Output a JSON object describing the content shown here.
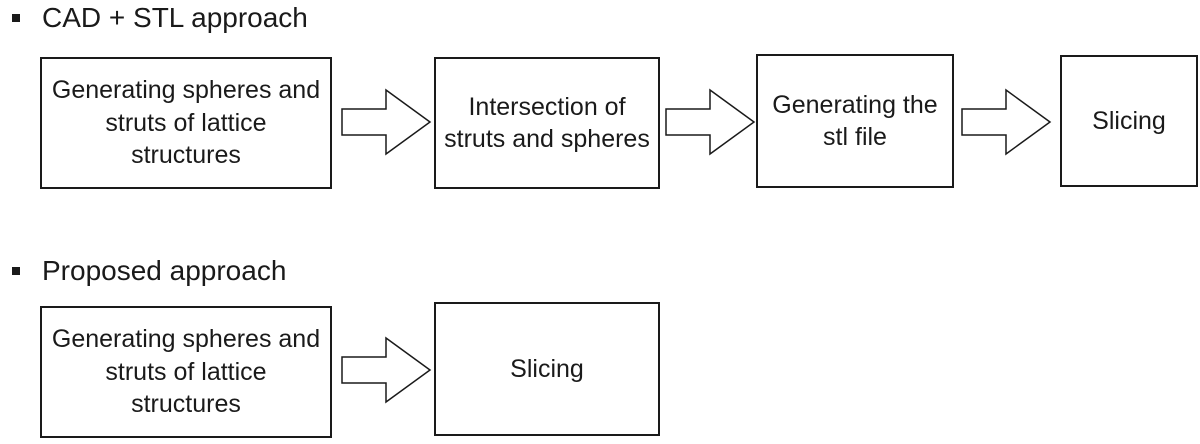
{
  "sections": [
    {
      "heading": "CAD + STL approach",
      "steps": [
        "Generating spheres and struts of lattice structures",
        "Intersection of struts and spheres",
        "Generating the stl file",
        "Slicing"
      ]
    },
    {
      "heading": "Proposed approach",
      "steps": [
        "Generating spheres and struts of lattice structures",
        "Slicing"
      ]
    }
  ],
  "colors": {
    "stroke": "#1a1a1a",
    "background": "#ffffff"
  }
}
